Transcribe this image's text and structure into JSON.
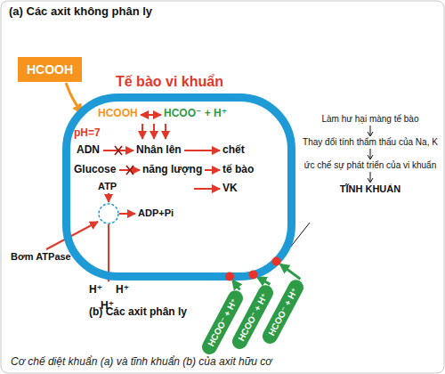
{
  "diagram": {
    "title": "(a) Các axit không phân ly",
    "caption": "Cơ chế diệt khuẩn (a) và tĩnh khuẩn (b) của axit hữu cơ",
    "nodes": [
      {
        "text": [
          "HCOOH"
        ]
      },
      {
        "text": [
          "Tế bào vi khuẩn"
        ]
      },
      {
        "text": [
          "HCOO⁻ + H⁺"
        ]
      },
      {
        "text": [
          "HCOO⁻ + H⁺"
        ]
      },
      {
        "text": [
          "HCOO⁻ + H⁺"
        ]
      }
    ],
    "edges": [
      {
        "from": 0,
        "to": 1,
        "arrow": "to"
      },
      {
        "from": 2,
        "to": 1,
        "arrow": "to"
      },
      {
        "from": 3,
        "to": 1,
        "arrow": "to"
      },
      {
        "from": 4,
        "to": 1,
        "arrow": "to"
      }
    ],
    "labels": [
      "HCOOH",
      "HCOO⁻ + H⁺",
      "pH=7",
      "ADN",
      "Nhân lên",
      "chết",
      "Glucose",
      "năng lượng",
      "tế bào",
      "VK",
      "ATP",
      "ADP+Pi",
      "Bơm ATPase",
      "H⁺",
      "H⁺",
      "H⁺",
      "Làm hư hại màng tế bào",
      "Thay đổi tính thẩm thấu của Na, K",
      "ức chế sự phát triển của vi khuẩn",
      "TĨNH KHUẨN",
      "(b) Các axit phân ly"
    ]
  }
}
